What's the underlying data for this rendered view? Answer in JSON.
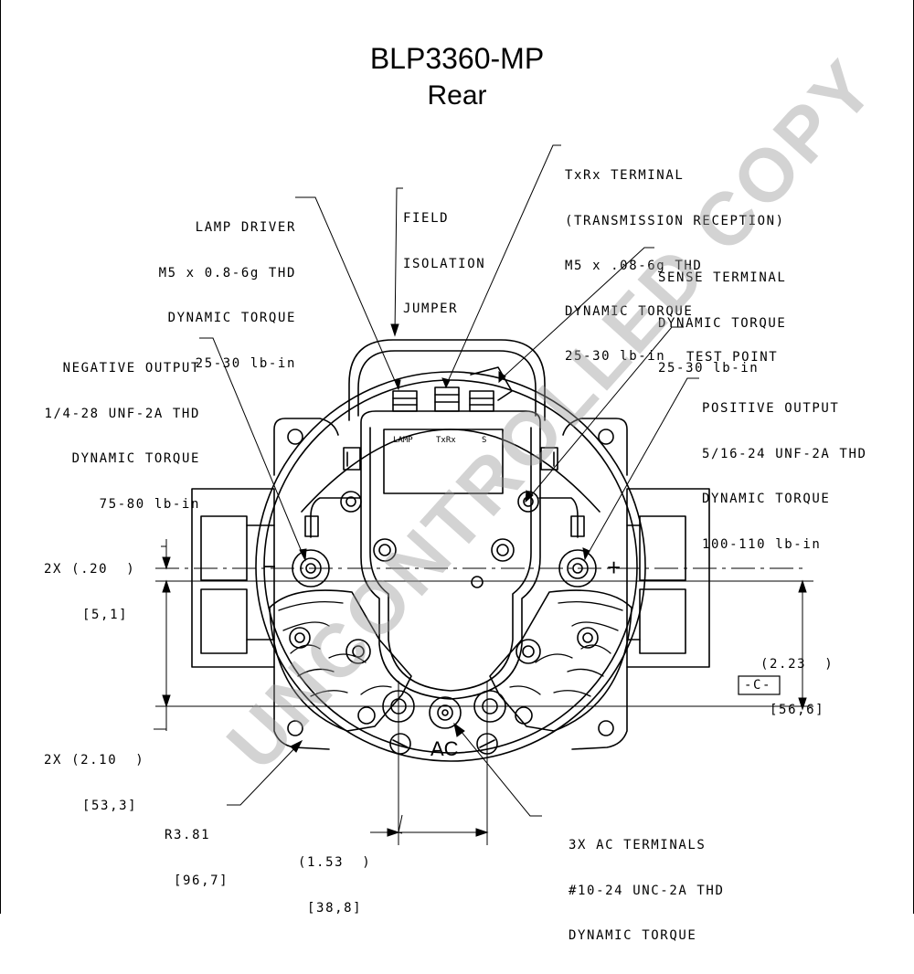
{
  "title": "BLP3360-MP",
  "subtitle": "Rear",
  "watermark": "UNCONTROLLED COPY",
  "labels": {
    "lamp_driver": [
      "LAMP DRIVER",
      "M5 x 0.8-6g THD",
      "DYNAMIC TORQUE",
      "25-30 lb-in"
    ],
    "field_isolation": [
      "FIELD",
      "ISOLATION",
      "JUMPER"
    ],
    "txrx_terminal": [
      "TxRx TERMINAL",
      "(TRANSMISSION RECEPTION)",
      "M5 x .08-6g THD",
      "DYNAMIC TORQUE",
      "25-30 lb-in"
    ],
    "sense_terminal": [
      "SENSE TERMINAL",
      "DYNAMIC TORQUE",
      "25-30 lb-in"
    ],
    "test_point": [
      "TEST POINT"
    ],
    "negative_output": [
      "NEGATIVE OUTPUT",
      "1/4-28 UNF-2A THD",
      "DYNAMIC TORQUE",
      "75-80 lb-in"
    ],
    "positive_output": [
      "POSITIVE OUTPUT",
      "5/16-24 UNF-2A THD",
      "DYNAMIC TORQUE",
      "100-110 lb-in"
    ],
    "ac_terminals": [
      "3X AC TERMINALS",
      "#10-24 UNC-2A THD",
      "DYNAMIC TORQUE"
    ]
  },
  "dimensions": {
    "dim_020": [
      "2X (.20  )",
      "[5,1]"
    ],
    "dim_210": [
      "2X (2.10  )",
      "[53,3]"
    ],
    "dim_223": [
      "(2.23  )",
      "[56,6]"
    ],
    "dim_153": [
      "(1.53  )",
      "[38,8]"
    ],
    "radius": [
      "R3.81",
      "[96,7]"
    ],
    "datum": "-C-"
  },
  "terminal_marks": {
    "lamp": "LAMP",
    "txrx": "TxRx",
    "sense": "S",
    "ac": "AC",
    "minus": "−",
    "plus": "+"
  }
}
